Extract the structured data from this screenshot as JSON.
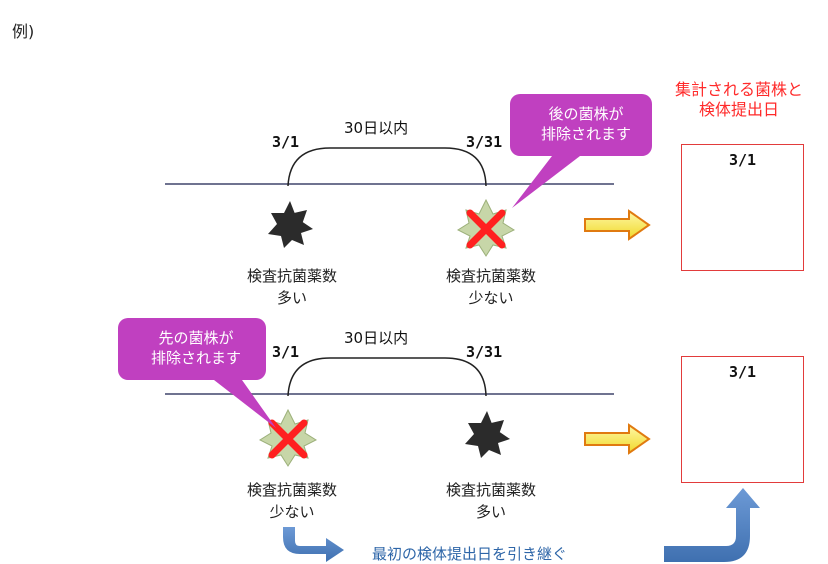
{
  "example_label": "例)",
  "colors": {
    "timeline": "#6f7390",
    "callout": "#c040c0",
    "red": "#ff2a2a",
    "arrow_blue": "#4f83c3",
    "arrow_yellow": "#f5e94a"
  },
  "result_box": {
    "title": "集計される菌株と\n検体提出日"
  },
  "scenarios": [
    {
      "date_start": "3/1",
      "date_end": "3/31",
      "span_label": "30日以内",
      "left_caption_1": "検査抗菌薬数",
      "left_caption_2": "多い",
      "right_caption_1": "検査抗菌薬数",
      "right_caption_2": "少ない",
      "callout": "後の菌株が\n排除されます",
      "result_date": "3/1"
    },
    {
      "date_start": "3/1",
      "date_end": "3/31",
      "span_label": "30日以内",
      "left_caption_1": "検査抗菌薬数",
      "left_caption_2": "少ない",
      "right_caption_1": "検査抗菌薬数",
      "right_caption_2": "多い",
      "callout": "先の菌株が\n排除されます",
      "result_date": "3/1"
    }
  ],
  "inherit_note": "最初の検体提出日を引き継ぐ",
  "icons": [
    "strain-star-icon",
    "excluded-strain-icon",
    "right-arrow-icon",
    "curved-arrow-icon"
  ]
}
